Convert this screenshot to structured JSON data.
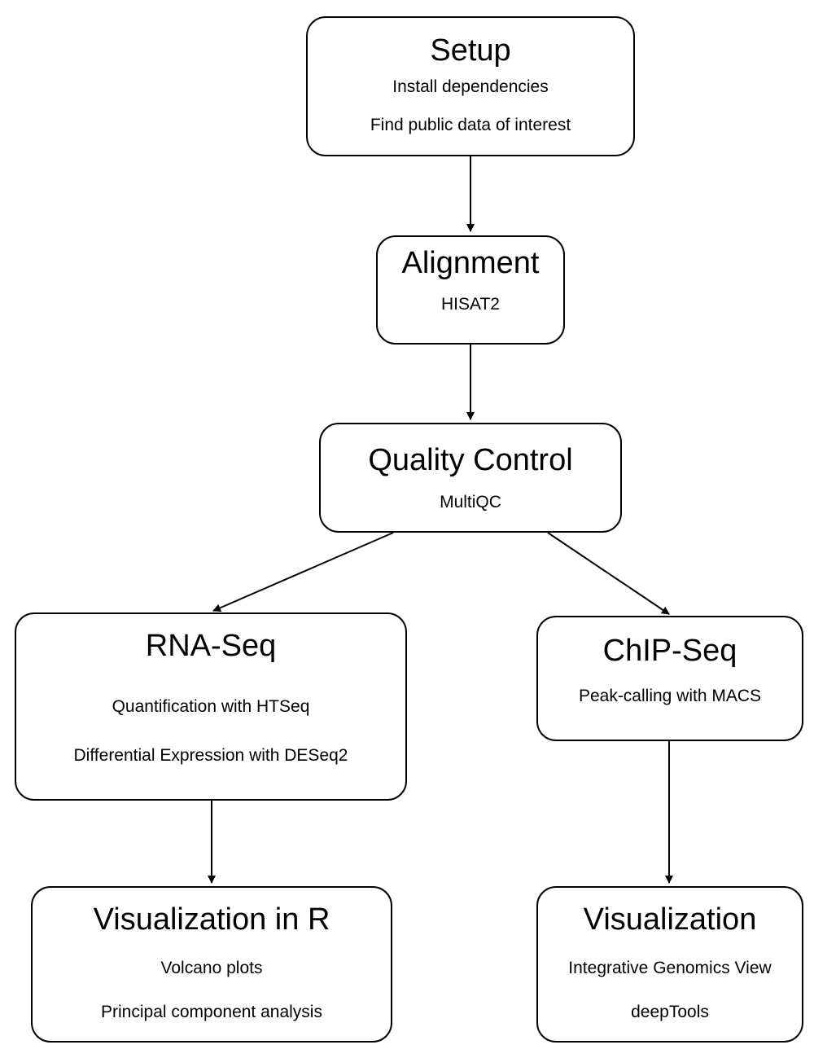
{
  "nodes": {
    "setup": {
      "title": "Setup",
      "lines": [
        "Install dependencies",
        "Find public data of interest"
      ]
    },
    "alignment": {
      "title": "Alignment",
      "lines": [
        "HISAT2"
      ]
    },
    "qc": {
      "title": "Quality Control",
      "lines": [
        "MultiQC"
      ]
    },
    "rnaseq": {
      "title": "RNA-Seq",
      "lines": [
        "Quantification with HTSeq",
        "Differential Expression with DESeq2"
      ]
    },
    "chipseq": {
      "title": "ChIP-Seq",
      "lines": [
        "Peak-calling with MACS"
      ]
    },
    "viz_r": {
      "title": "Visualization in R",
      "lines": [
        "Volcano plots",
        "Principal component analysis"
      ]
    },
    "viz": {
      "title": "Visualization",
      "lines": [
        "Integrative Genomics View",
        "deepTools"
      ]
    }
  },
  "edges": [
    {
      "from": "setup",
      "to": "alignment"
    },
    {
      "from": "alignment",
      "to": "qc"
    },
    {
      "from": "qc",
      "to": "rnaseq"
    },
    {
      "from": "qc",
      "to": "chipseq"
    },
    {
      "from": "rnaseq",
      "to": "viz_r"
    },
    {
      "from": "chipseq",
      "to": "viz"
    }
  ]
}
